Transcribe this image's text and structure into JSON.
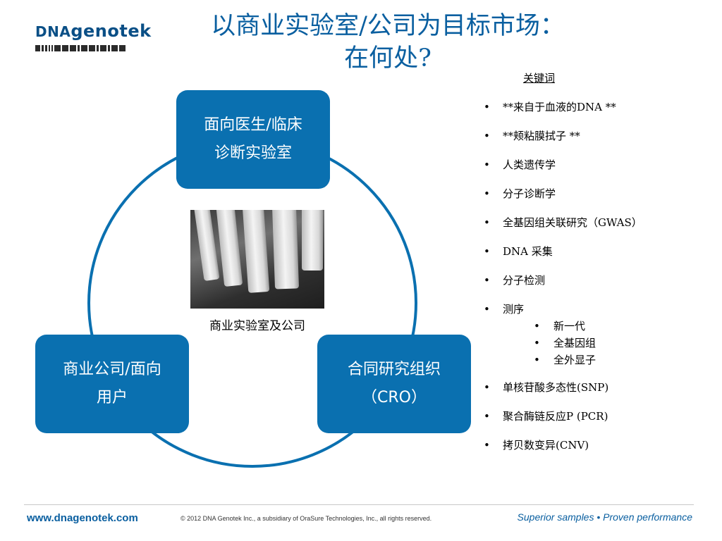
{
  "logo": {
    "dna": "DNA",
    "brand": "genotek"
  },
  "title": {
    "line1": "以商业实验室/公司为目标市场：",
    "line2": "在何处?"
  },
  "diagram": {
    "top_box": {
      "line1": "面向医生/临床",
      "line2": "诊断实验室"
    },
    "left_box": {
      "line1": "商业公司/面向",
      "line2": "用户"
    },
    "right_box": {
      "line1": "合同研究组织",
      "line2": "（CRO）"
    },
    "center_caption": "商业实验室及公司",
    "accent_color": "#0a70b0"
  },
  "keywords": {
    "heading": "关键词",
    "items": [
      "**来自于血液的DNA **",
      "**颊粘膜拭子 **",
      "人类遗传学",
      "分子诊断学",
      "全基因组关联研究（GWAS）",
      "DNA 采集",
      "分子检测",
      "测序"
    ],
    "sequencing_sub": [
      "新一代",
      "全基因组",
      "全外显子"
    ],
    "items_after": [
      "单核苷酸多态性(SNP)",
      "聚合酶链反应P (PCR)",
      "拷贝数变异(CNV)"
    ]
  },
  "footer": {
    "url": "www.dnagenotek.com",
    "copyright": "© 2012 DNA Genotek Inc., a subsidiary of OraSure Technologies, Inc., all rights reserved.",
    "tagline": "Superior samples • Proven performance"
  }
}
